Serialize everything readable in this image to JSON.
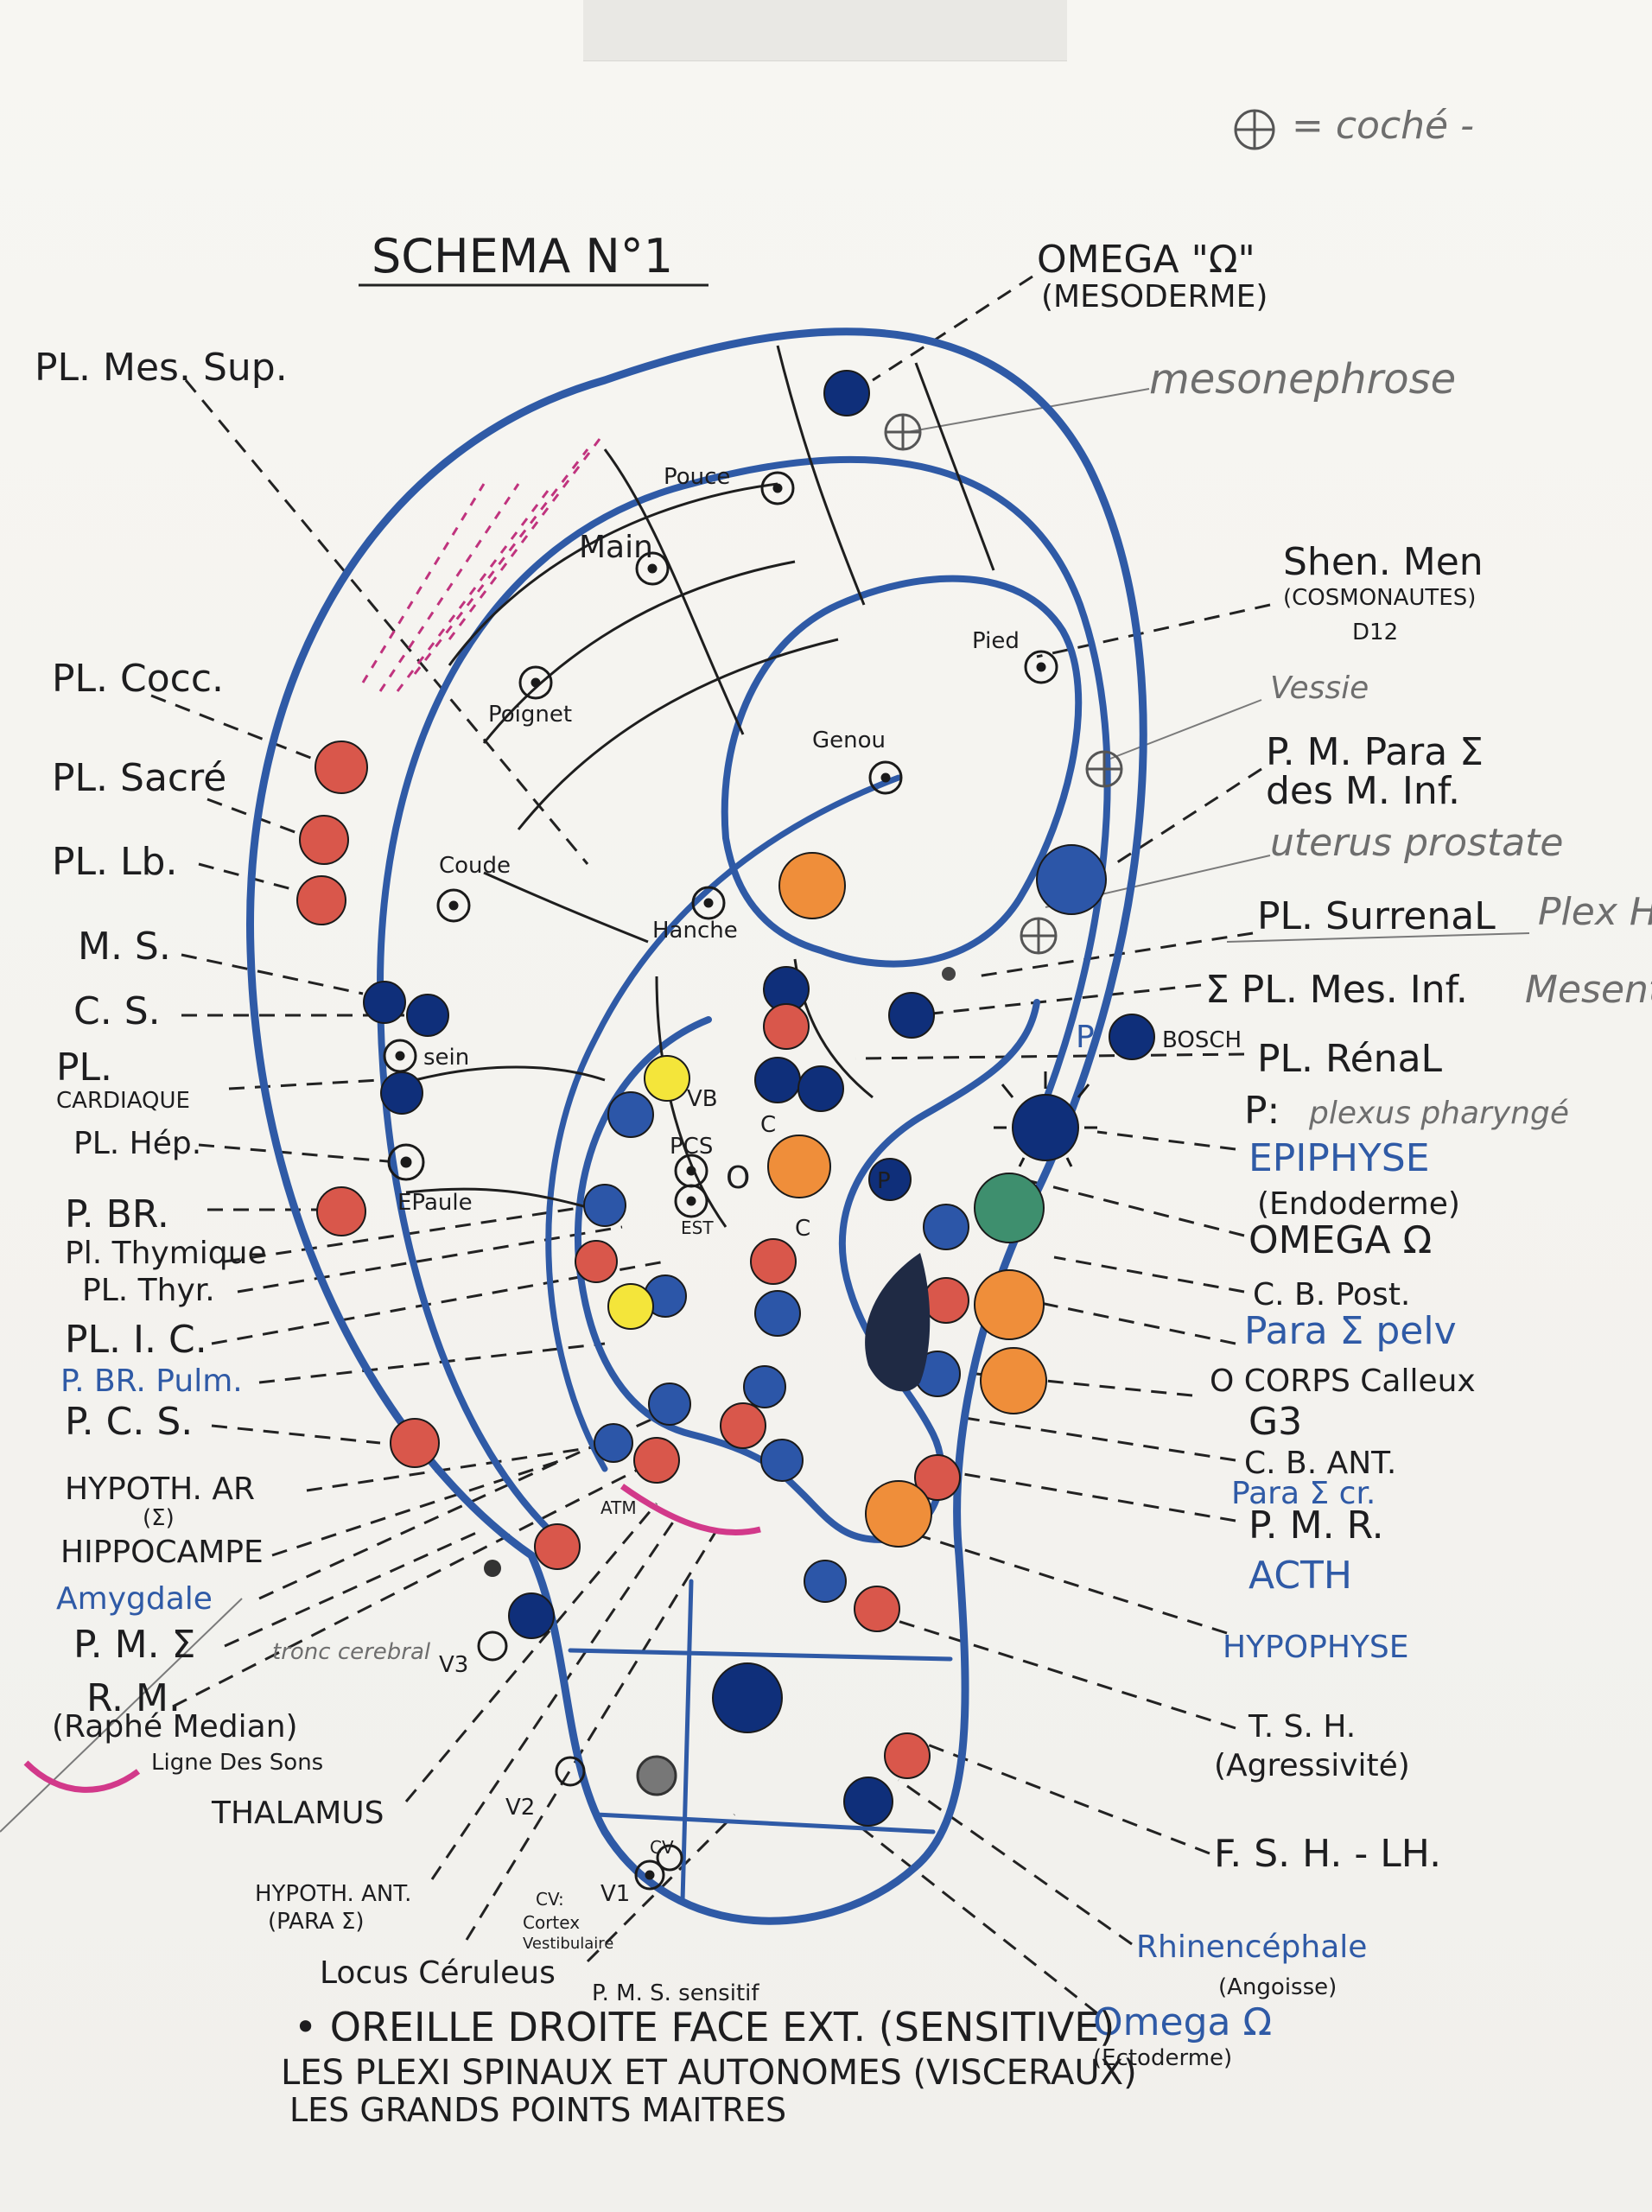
{
  "diagram": {
    "title": "SCHEMA N°1",
    "legend": {
      "symbol": "⊕",
      "text": "= coché -"
    },
    "footer": [
      "• OREILLE DROITE FACE EXT. (SENSITIVE)",
      "LES PLEXI SPINAUX ET AUTONOMES (VISCERAUX)",
      "LES GRANDS POINTS MAITRES"
    ],
    "colors": {
      "ink": "#1d1d1f",
      "blue": "#2f5aa6",
      "red": "#d9574b",
      "orange": "#ef8e3a",
      "yellow": "#f4e53a",
      "green": "#3e8f6e",
      "navy": "#0f2f7a",
      "pink": "#c0337e"
    },
    "inner_labels": [
      "Pouce",
      "Main",
      "Pied",
      "Poignet",
      "Genou",
      "Coude",
      "Hanche",
      "sein",
      "VB",
      "PCS",
      "C",
      "O",
      "EST",
      "P",
      "C",
      "EPaule",
      "ATM",
      "CV"
    ],
    "left_labels": [
      "PL. Mes. Sup.",
      "PL. Cocc.",
      "PL. Sacré",
      "PL. Lb.",
      "M. S.",
      "C. S.",
      "PL.",
      "CARDIAQUE",
      "PL. Hép.",
      "P. BR.",
      "Pl. Thymique",
      "PL. Thyr.",
      "PL. I. C.",
      "P. BR. Pulm.",
      "P. C. S.",
      "HYPOTH. AR",
      "(Σ)",
      "HIPPOCAMPE",
      "Amygdale",
      "P. M. Σ",
      "R. M.",
      "(Raphé Median)",
      "Ligne Des Sons",
      "THALAMUS",
      "HYPOTH. ANT.",
      "(PARA Σ)",
      "Locus Céruleus",
      "P. M. S. sensitif",
      "CV:",
      "Cortex",
      "Vestibulaire",
      "tronc cerebral",
      "V3",
      "V2",
      "V1"
    ],
    "right_labels": [
      "OMEGA \"Ω\"",
      "(MESODERME)",
      "mesonephrose",
      "Shen. Men",
      "(COSMONAUTES)",
      "D12",
      "Vessie",
      "P. M. Para Σ",
      "des M. Inf.",
      "uterus prostate",
      "PL. SurrenaL",
      "Plex H",
      "Σ PL. Mes. Inf.",
      "Mesente",
      "P.",
      "BOSCH",
      "PL. RénaL",
      "P:",
      "plexus pharyngé",
      "EPIPHYSE",
      "(Endoderme)",
      "OMEGA Ω",
      "C. B. Post.",
      "Para Σ pelv",
      "O CORPS Calleux",
      "G3",
      "C. B. ANT.",
      "Para Σ cr.",
      "P. M. R.",
      "ACTH",
      "HYPOPHYSE",
      "T. S. H.",
      "(Agressivité)",
      "F. S. H. - LH.",
      "Rhinencéphale",
      "(Angoisse)",
      "Omega Ω",
      "(Ectoderme)"
    ]
  }
}
